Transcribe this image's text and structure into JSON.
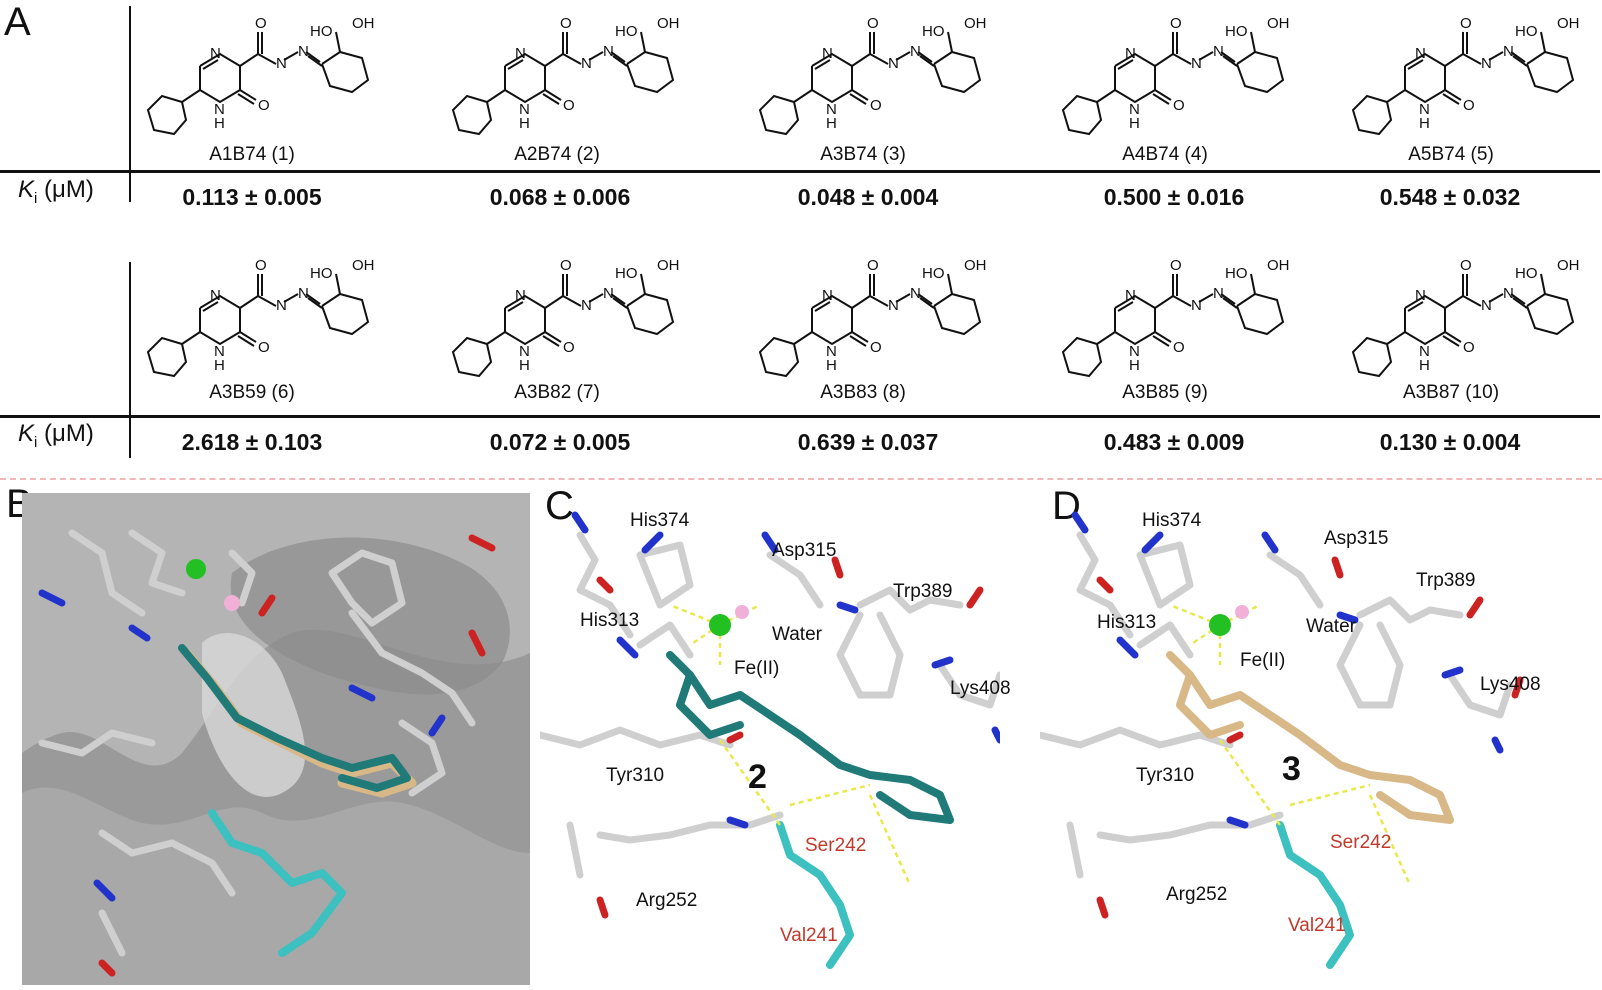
{
  "panels": {
    "a": "A",
    "b": "B",
    "c": "C",
    "d": "D"
  },
  "ki_header": "K",
  "ki_sub": "i",
  "ki_unit": " (μM)",
  "row1": [
    {
      "label": "A1B74 (1)",
      "ki": "0.113 ± 0.005"
    },
    {
      "label": "A2B74 (2)",
      "ki": "0.068 ± 0.006"
    },
    {
      "label": "A3B74 (3)",
      "ki": "0.048 ± 0.004"
    },
    {
      "label": "A4B74 (4)",
      "ki": "0.500 ± 0.016"
    },
    {
      "label": "A5B74 (5)",
      "ki": "0.548 ± 0.032"
    }
  ],
  "row2": [
    {
      "label": "A3B59 (6)",
      "ki": "2.618 ± 0.103"
    },
    {
      "label": "A3B82 (7)",
      "ki": "0.072 ± 0.005"
    },
    {
      "label": "A3B83 (8)",
      "ki": "0.639 ± 0.037"
    },
    {
      "label": "A3B85 (9)",
      "ki": "0.483 ± 0.009"
    },
    {
      "label": "A3B87 (10)",
      "ki": "0.130 ± 0.004"
    }
  ],
  "atoms": {
    "o": "O",
    "oh": "OH",
    "ho": "HO",
    "n": "N",
    "h": "H"
  },
  "panel_c": {
    "residues": [
      "His374",
      "Asp315",
      "Trp389",
      "His313",
      "Water",
      "Fe(II)",
      "Lys408",
      "Tyr310",
      "Ser242",
      "Arg252",
      "Val241"
    ],
    "ligand": "2"
  },
  "panel_d": {
    "residues": [
      "His374",
      "Asp315",
      "Trp389",
      "His313",
      "Water",
      "Fe(II)",
      "Lys408",
      "Tyr310",
      "Ser242",
      "Arg252",
      "Val241"
    ],
    "ligand": "3"
  },
  "colors": {
    "teal": "#1f7a78",
    "tan": "#d9b887",
    "cyan": "#3cc0c0",
    "fe": "#22c022",
    "water": "#f0b0d8",
    "nitrogen": "#2233cc",
    "oxygen": "#cc2222",
    "carbon": "#c8c8c8"
  }
}
